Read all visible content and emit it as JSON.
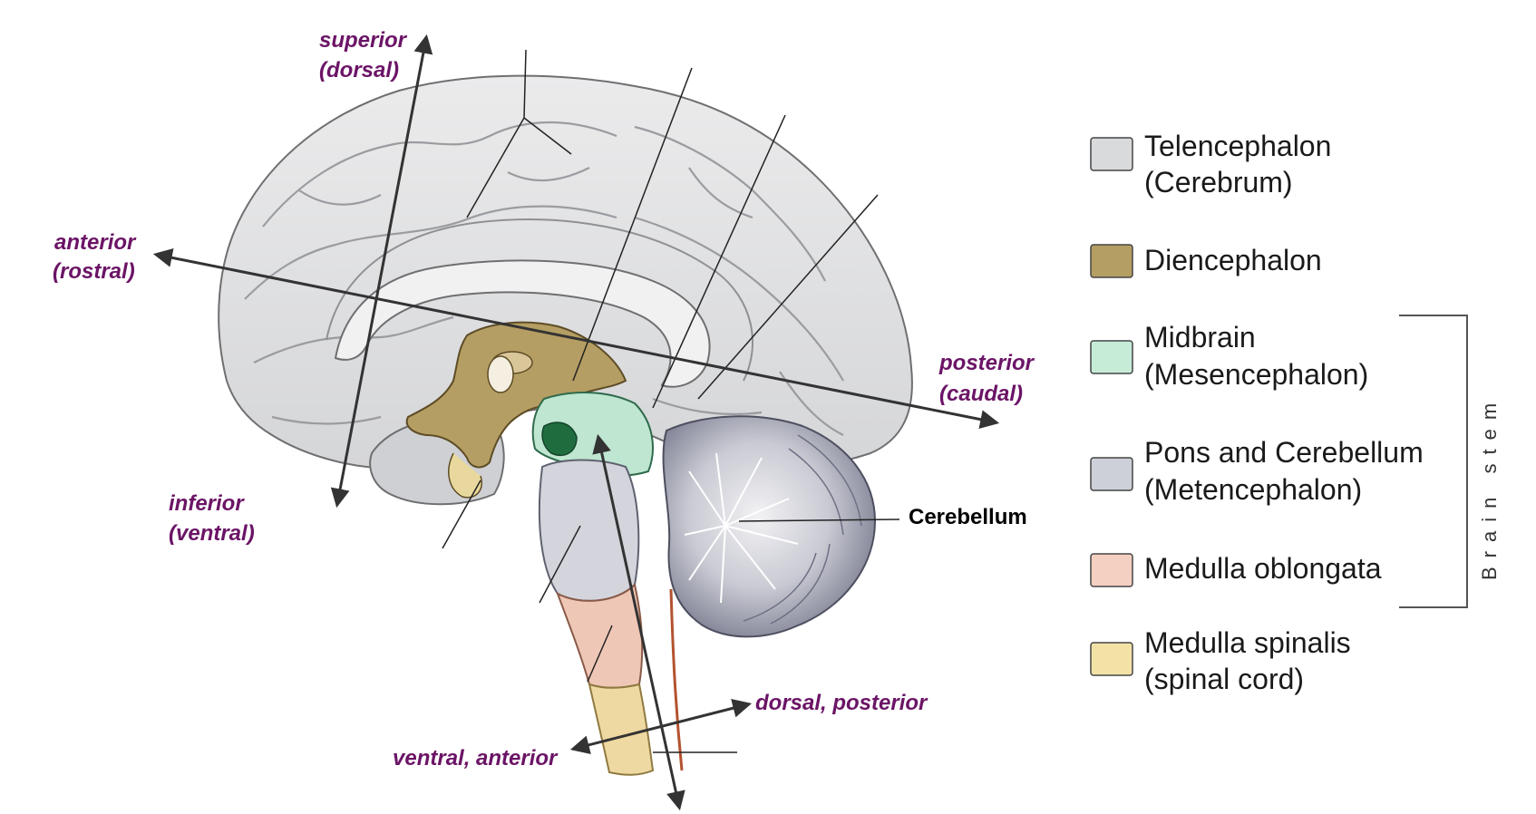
{
  "directions": {
    "superior": "superior",
    "superior_alt": "(dorsal)",
    "anterior": "anterior",
    "anterior_alt": "(rostral)",
    "posterior": "posterior",
    "posterior_alt": "(caudal)",
    "inferior": "inferior",
    "inferior_alt": "(ventral)",
    "dorsal_posterior": "dorsal, posterior",
    "ventral_anterior": "ventral, anterior"
  },
  "labels": {
    "cerebellum": "Cerebellum"
  },
  "legend": {
    "items": [
      {
        "line1": "Telencephalon",
        "line2": "(Cerebrum)",
        "color": "#d9dadc"
      },
      {
        "line1": "Diencephalon",
        "line2": "",
        "color": "#b59e63"
      },
      {
        "line1": "Midbrain",
        "line2": "(Mesencephalon)",
        "color": "#c6ecd8"
      },
      {
        "line1": "Pons and Cerebellum",
        "line2": "(Metencephalon)",
        "color": "#cdd0d8"
      },
      {
        "line1": "Medulla oblongata",
        "line2": "",
        "color": "#f4d0c2"
      },
      {
        "line1": "Medulla spinalis",
        "line2": "(spinal cord)",
        "color": "#f2e2a6"
      }
    ],
    "brainstem_label": "Brain stem"
  },
  "colors": {
    "direction_text": "#6b1466",
    "arrow": "#333333",
    "cerebrum": "#e4e5e6",
    "diencephalon": "#b59e63",
    "midbrain": "#bfe6d0",
    "pons": "#d4d5dc",
    "cerebellum": "#9fa1b0",
    "medulla": "#efc7b6",
    "spinal_cord": "#efd9a2"
  }
}
